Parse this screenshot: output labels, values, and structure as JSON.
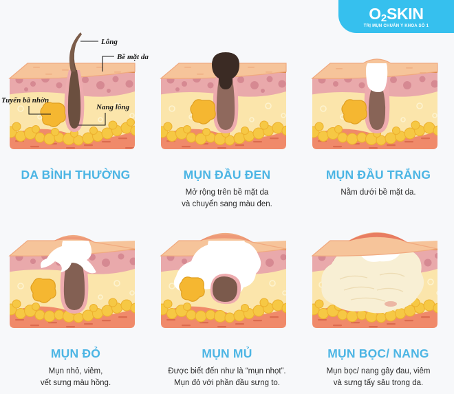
{
  "logo": {
    "brand_main": "O",
    "brand_sub": "2",
    "brand_rest": "SKIN",
    "tagline": "TRỊ MỤN CHUẨN Y KHOA SỐ 1",
    "badge_color": "#36c0ee"
  },
  "theme": {
    "background": "#f7f8fa",
    "title_color": "#4cb5e4",
    "caption_color": "#2b2b2b",
    "skin_surface": "#f6c49a",
    "epidermis": "#dd8a4e",
    "dermis": "#e9a9ab",
    "subcutaneous": "#fbe5ab",
    "fat_globule": "#f6c844",
    "muscle": "#f08a6a",
    "hair": "#6b4f3f",
    "follicle_sheath": "#edabae",
    "sebum": "#f5b731",
    "pus_white": "#ffffff",
    "cyst_cream": "#f8efd4",
    "blackhead": "#3b2b24"
  },
  "annotations": {
    "hair": "Lông",
    "skin_surface": "Bề mặt da",
    "sebaceous_gland": "Tuyến bã nhờn",
    "hair_follicle": "Nang lông"
  },
  "panels": [
    {
      "id": "normal-skin",
      "title": "DA BÌNH THƯỜNG",
      "caption": ""
    },
    {
      "id": "blackhead",
      "title": "MỤN ĐẦU ĐEN",
      "caption": "Mở rộng trên bề mặt da\nvà chuyển sang màu đen."
    },
    {
      "id": "whitehead",
      "title": "MỤN ĐẦU TRẮNG",
      "caption": "Nằm dưới bề mặt da."
    },
    {
      "id": "papule",
      "title": "MỤN ĐỎ",
      "caption": "Mụn nhỏ, viêm,\nvết sưng màu hồng."
    },
    {
      "id": "pustule",
      "title": "MỤN MỦ",
      "caption": "Được biết đến như là “mụn nhọt”.\nMụn đỏ với phần đầu sưng to."
    },
    {
      "id": "cyst",
      "title": "MỤN BỌC/ NANG",
      "caption": "Mụn bọc/ nang gây đau, viêm\nvà sưng tấy sâu trong da."
    }
  ]
}
